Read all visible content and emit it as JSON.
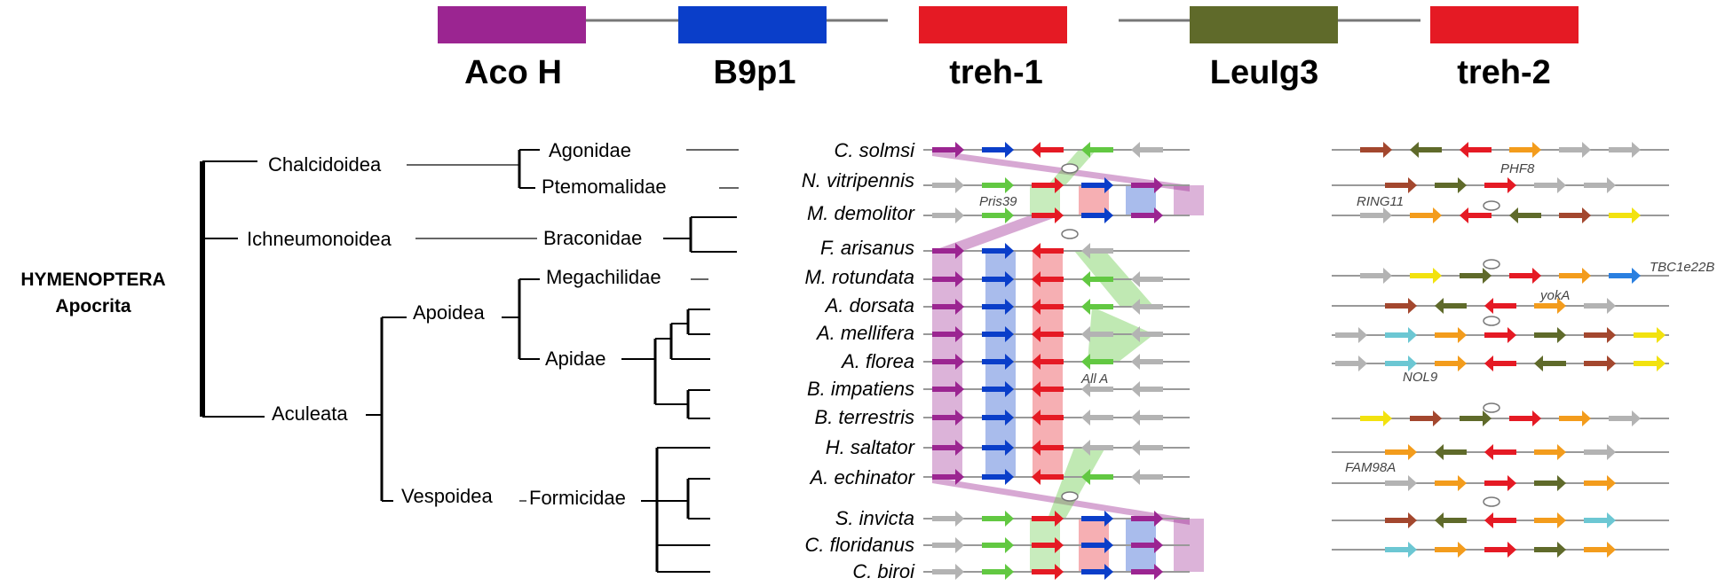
{
  "colors": {
    "aco_h": "#9b2591",
    "b9p1": "#0a3ec9",
    "treh": "#e51a24",
    "leulg3": "#5f6a2a",
    "grey_gene": "#b3b3b3",
    "green_gene": "#62c842",
    "orange_gene": "#f39c1c",
    "brown_gene": "#a3472e",
    "yellow_gene": "#f2e20f",
    "cyan_gene": "#6cc7d3",
    "blue_small": "#2a7fe0"
  },
  "gene_legend": [
    {
      "label": "Aco H",
      "color_key": "aco_h"
    },
    {
      "label": "B9p1",
      "color_key": "b9p1"
    },
    {
      "label": "treh-1",
      "color_key": "treh"
    },
    {
      "label": "LeuIg3",
      "color_key": "leulg3"
    },
    {
      "label": "treh-2",
      "color_key": "treh"
    }
  ],
  "tree": {
    "order_line1": "HYMENOPTERA",
    "order_line2": "Apocrita",
    "superfamilies": {
      "chalcidoidea": "Chalcidoidea",
      "ichneumonoidea": "Ichneumonoidea",
      "aculeata": "Aculeata",
      "apoidea": "Apoidea",
      "vespoidea": "Vespoidea"
    },
    "families": {
      "agonidae": "Agonidae",
      "ptemomalidae": "Ptemomalidae",
      "braconidae": "Braconidae",
      "megachilidae": "Megachilidae",
      "apidae": "Apidae",
      "formicidae": "Formicidae"
    }
  },
  "species": [
    "C. solmsi",
    "N. vitripennis",
    "M. demolitor",
    "F. arisanus",
    "M. rotundata",
    "A. dorsata",
    "A. mellifera",
    "A. florea",
    "B. impatiens",
    "B. terrestris",
    "H. saltator",
    "A. echinator",
    "S. invicta",
    "C. floridanus",
    "C. biroi"
  ],
  "annotations": {
    "treh1": {
      "pris39": "Pris39",
      "all_a": "All A"
    },
    "treh2": {
      "phf8": "PHF8",
      "ring11": "RING11",
      "tbc1e22b": "TBC1e22B",
      "yoka": "yokA",
      "nol9": "NOL9",
      "fam98a": "FAM98A"
    }
  },
  "treh1_tracks": [
    [
      "aco_h",
      "b9p1",
      "treh",
      "green_gene",
      "grey_gene"
    ],
    [
      "grey_gene",
      "green_gene",
      "treh",
      "b9p1",
      "aco_h"
    ],
    [
      "grey_gene",
      "green_gene",
      "treh",
      "b9p1",
      "aco_h"
    ],
    [
      "aco_h",
      "b9p1",
      "treh",
      "grey_gene"
    ],
    [
      "aco_h",
      "b9p1",
      "treh",
      "green_gene",
      "grey_gene"
    ],
    [
      "aco_h",
      "b9p1",
      "treh",
      "green_gene",
      "grey_gene"
    ],
    [
      "aco_h",
      "b9p1",
      "treh",
      "grey_gene",
      "grey_gene"
    ],
    [
      "aco_h",
      "b9p1",
      "treh",
      "green_gene",
      "grey_gene"
    ],
    [
      "aco_h",
      "b9p1",
      "treh",
      "grey_gene",
      "grey_gene"
    ],
    [
      "aco_h",
      "b9p1",
      "treh",
      "grey_gene",
      "grey_gene"
    ],
    [
      "aco_h",
      "b9p1",
      "treh",
      "grey_gene",
      "grey_gene"
    ],
    [
      "aco_h",
      "b9p1",
      "treh",
      "green_gene",
      "grey_gene"
    ],
    [
      "grey_gene",
      "green_gene",
      "treh",
      "b9p1",
      "aco_h"
    ],
    [
      "grey_gene",
      "green_gene",
      "treh",
      "b9p1",
      "aco_h"
    ],
    [
      "grey_gene",
      "green_gene",
      "treh",
      "b9p1",
      "aco_h"
    ]
  ],
  "treh2_tracks": [
    [
      "brown_gene",
      "leulg3",
      "treh",
      "orange_gene",
      "grey_gene",
      "grey_gene"
    ],
    [
      "brown_gene",
      "leulg3",
      "treh",
      "grey_gene",
      "grey_gene"
    ],
    [
      "grey_gene",
      "orange_gene",
      "treh",
      "leulg3",
      "brown_gene",
      "yellow_gene"
    ],
    [
      "grey_gene",
      "yellow_gene",
      "leulg3",
      "treh",
      "orange_gene",
      "blue_small"
    ],
    [
      "brown_gene",
      "leulg3",
      "treh",
      "orange_gene",
      "grey_gene"
    ],
    [
      "grey_gene",
      "cyan_gene",
      "orange_gene",
      "treh",
      "leulg3",
      "brown_gene",
      "yellow_gene"
    ],
    [
      "grey_gene",
      "cyan_gene",
      "orange_gene",
      "treh",
      "leulg3",
      "brown_gene",
      "yellow_gene"
    ],
    [
      "yellow_gene",
      "brown_gene",
      "leulg3",
      "treh",
      "orange_gene",
      "grey_gene"
    ],
    [
      "orange_gene",
      "leulg3",
      "treh",
      "orange_gene",
      "grey_gene"
    ],
    [
      "grey_gene",
      "orange_gene",
      "treh",
      "leulg3",
      "orange_gene"
    ],
    [
      "brown_gene",
      "leulg3",
      "treh",
      "orange_gene",
      "cyan_gene"
    ],
    [
      "cyan_gene",
      "orange_gene",
      "treh",
      "leulg3",
      "orange_gene"
    ]
  ]
}
